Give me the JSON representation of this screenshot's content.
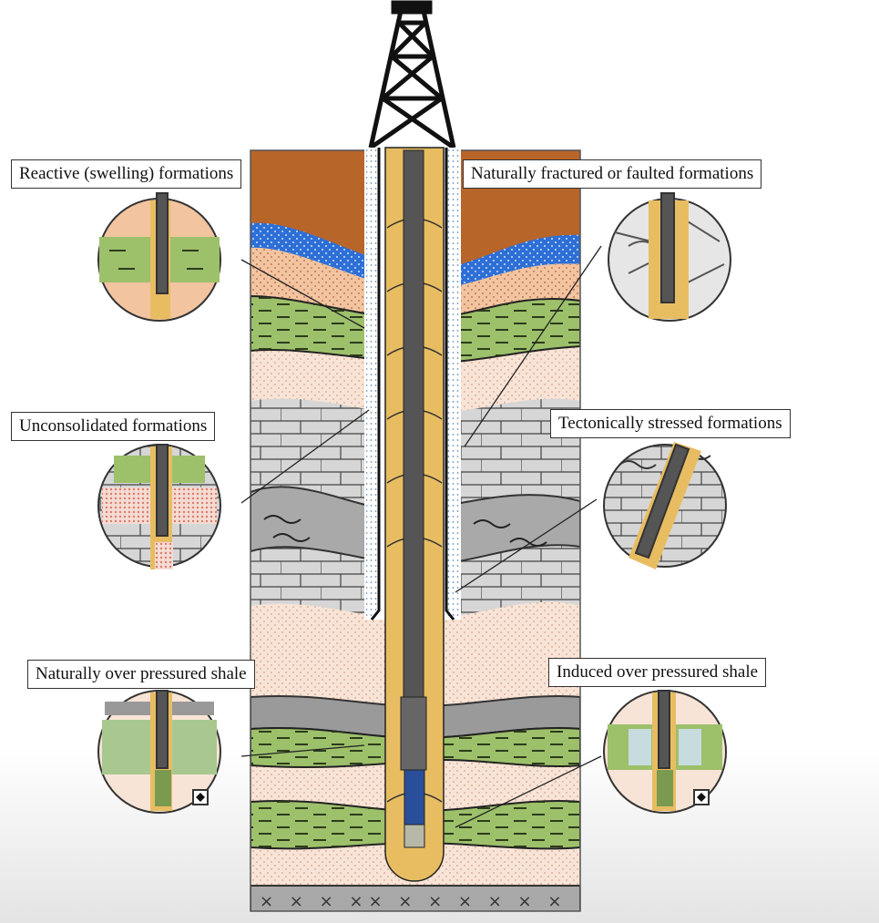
{
  "labels": {
    "reactive": "Reactive (swelling) formations",
    "fractured": "Naturally fractured or faulted formations",
    "unconsolidated": "Unconsolidated formations",
    "tectonic": "Tectonically stressed formations",
    "natural_shale": "Naturally over pressured shale",
    "induced_shale": "Induced over pressured shale"
  },
  "colors": {
    "topsoil": "#b8652a",
    "aquifer": "#2e6fd6",
    "sand": "#f2c4a0",
    "shale_green": "#9dc06a",
    "pale_sand": "#f8e4d6",
    "limestone": "#d4d4d4",
    "dark_shale": "#9a9a9a",
    "mud": "#e8bd62",
    "pipe": "#555555",
    "bha": "#2a4f9a"
  }
}
